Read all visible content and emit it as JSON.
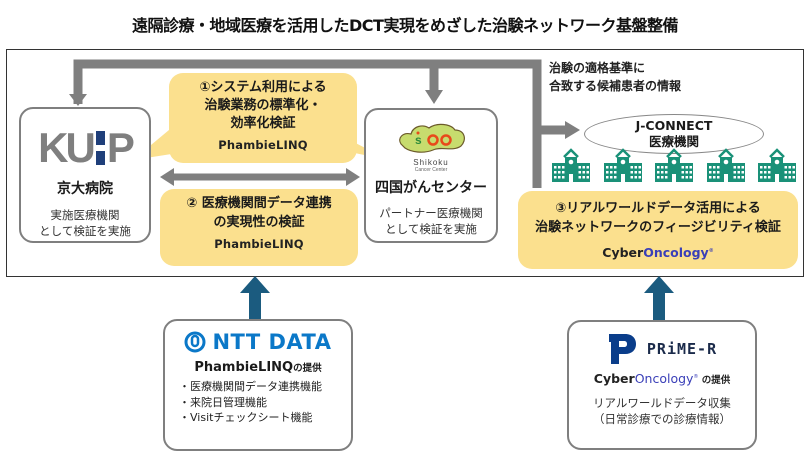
{
  "title": "遠隔診療・地域医療を活用したDCT実現をめざした治験ネットワーク基盤整備",
  "colors": {
    "callout_fill": "#fbe08e",
    "arrow_gray": "#7f7f7f",
    "arrow_blue": "#1b5b7f",
    "hospital_green": "#1a9178",
    "ntt_blue": "#0b78c8",
    "kuhp_navy": "#1f3f7a",
    "oncology_blue": "#3a3fb8"
  },
  "institutions": {
    "kuhp": {
      "logo_left": "KU",
      "logo_right": "P",
      "name": "京大病院",
      "desc_line1": "実施医療機関",
      "desc_line2": "として検証を実施"
    },
    "scc": {
      "logo_text": "scc",
      "logo_sub1": "Shikoku",
      "logo_sub2": "Cancer Center",
      "name": "四国がんセンター",
      "desc_line1": "パートナー医療機関",
      "desc_line2": "として検証を実施"
    }
  },
  "callouts": {
    "c1": {
      "line1": "①システム利用による",
      "line2": "治験業務の標準化・",
      "line3": "効率化検証",
      "brand": "PhambieLINQ"
    },
    "c2": {
      "line1": "② 医療機関間データ連携",
      "line2": "の実現性の検証",
      "brand": "PhambieLINQ"
    },
    "c3": {
      "line1": "③リアルワールドデータ活用による",
      "line2": "治験ネットワークのフィージビリティ検証",
      "brand_a": "Cyber",
      "brand_b": "Oncology",
      "brand_reg": "®"
    }
  },
  "criteria": {
    "line1": "治験の適格基準に",
    "line2": "合致する候補患者の情報"
  },
  "jconnect": {
    "line1": "J-CONNECT",
    "line2": "医療機関",
    "hospital_count": 5
  },
  "providers": {
    "ntt": {
      "logo": "NTT DATA",
      "product": "PhambieLINQ",
      "suffix": "の提供",
      "features": [
        "・医療機関間データ連携機能",
        "・来院日管理機能",
        "・Visitチェックシート機能"
      ]
    },
    "prime": {
      "logo": "PRiME-R",
      "product_a": "Cyber",
      "product_b": "Oncology",
      "product_reg": "®",
      "suffix": " の提供",
      "desc_line1": "リアルワールドデータ収集",
      "desc_line2": "（日常診療での診療情報）"
    }
  }
}
